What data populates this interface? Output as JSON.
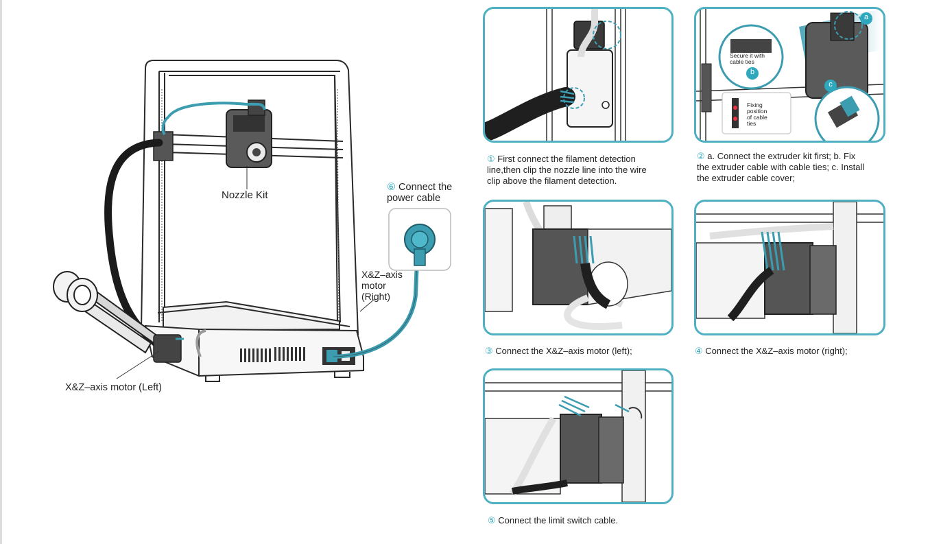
{
  "labels": {
    "nozzle_kit": "Nozzle Kit",
    "power": {
      "num": "⑥",
      "line1": "Connect the",
      "line2": "power cable"
    },
    "motor_right": {
      "line1": "X&Z–axis",
      "line2": "motor",
      "line3": "(Right)"
    },
    "motor_left": "X&Z–axis motor (Left)"
  },
  "steps": [
    {
      "num": "①",
      "lines": [
        "First connect the filament detection",
        "line,then clip the nozzle line into the wire",
        "clip above the filament detection."
      ]
    },
    {
      "num": "②",
      "lines": [
        "a. Connect the extruder kit first; b. Fix",
        "the extruder cable with cable ties; c. Install",
        "the extruder cable cover;"
      ]
    },
    {
      "num": "③",
      "lines": [
        "Connect the X&Z–axis motor (left);"
      ]
    },
    {
      "num": "④",
      "lines": [
        "Connect the X&Z–axis motor (right);"
      ]
    },
    {
      "num": "⑤",
      "lines": [
        "Connect the limit switch cable."
      ]
    }
  ],
  "callouts": {
    "secure": [
      "Secure it with",
      "cable ties"
    ],
    "fixing": [
      "Fixing",
      "position",
      "of cable",
      "ties"
    ],
    "a": "a",
    "b": "b",
    "c": "c"
  },
  "colors": {
    "accent": "#4fb0c2",
    "badge": "#2fa7bd",
    "cable": "#3c9db1"
  }
}
